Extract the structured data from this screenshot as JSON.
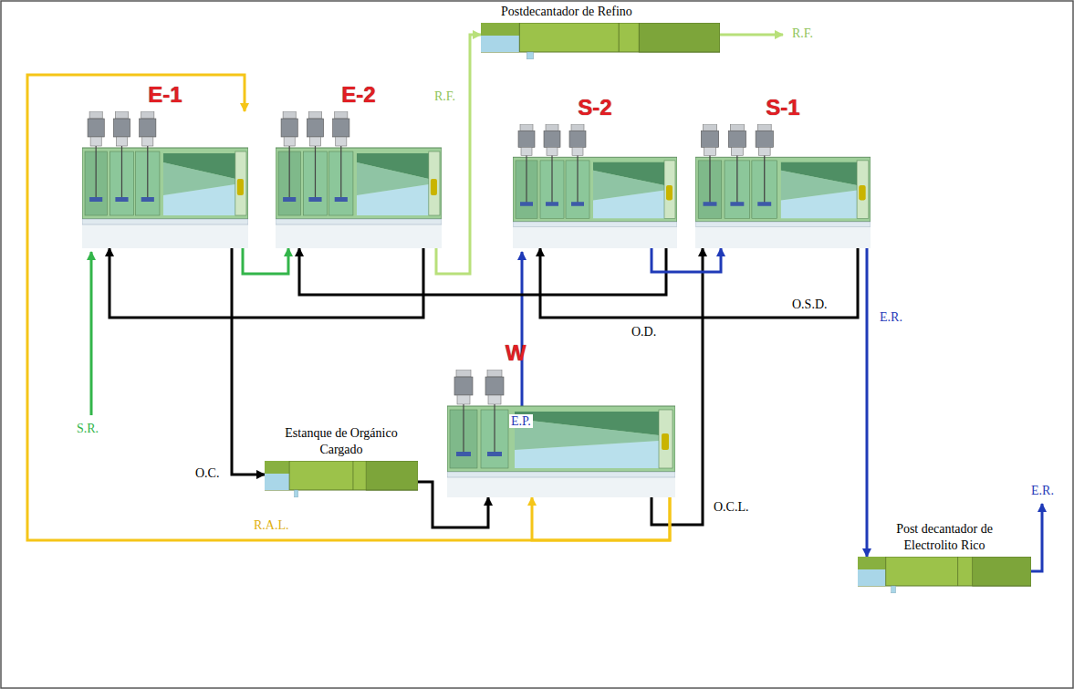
{
  "diagram": {
    "nodes": [
      {
        "text": [
          "Postdecantador de Refino"
        ]
      },
      {
        "text": [
          "E-1"
        ]
      },
      {
        "text": [
          "E-2"
        ]
      },
      {
        "text": [
          "S-2"
        ]
      },
      {
        "text": [
          "S-1"
        ]
      },
      {
        "text": [
          "Estanque de Orgánico Cargado"
        ]
      },
      {
        "text": [
          "W"
        ]
      },
      {
        "text": [
          "Post decantador de Electrolito Rico"
        ]
      }
    ],
    "edges": [
      {
        "from": 1,
        "to": 2,
        "arrow": "to"
      },
      {
        "from": 2,
        "to": 0,
        "label": "R.F.",
        "arrow": "to"
      },
      {
        "from": 1,
        "to": 5,
        "label": "O.C.",
        "arrow": "to"
      },
      {
        "from": 5,
        "to": 6,
        "arrow": "to"
      },
      {
        "from": 6,
        "to": 4,
        "label": "O.C.L.",
        "arrow": "to"
      },
      {
        "from": 4,
        "to": 3,
        "label": "O.S.D.",
        "arrow": "to"
      },
      {
        "from": 3,
        "to": 2,
        "label": "O.D.",
        "arrow": "to"
      },
      {
        "from": 2,
        "to": 1,
        "arrow": "to"
      },
      {
        "from": 3,
        "to": 4,
        "arrow": "to"
      },
      {
        "from": 4,
        "to": 7,
        "label": "E.R.",
        "arrow": "to"
      },
      {
        "from": 6,
        "to": 1,
        "label": "R.A.L.",
        "arrow": "to"
      },
      {
        "from": 6,
        "to": 6,
        "arrow": "to"
      }
    ],
    "labels": [
      "R.F.",
      "S.R.",
      "E.P.",
      "E.R."
    ]
  }
}
